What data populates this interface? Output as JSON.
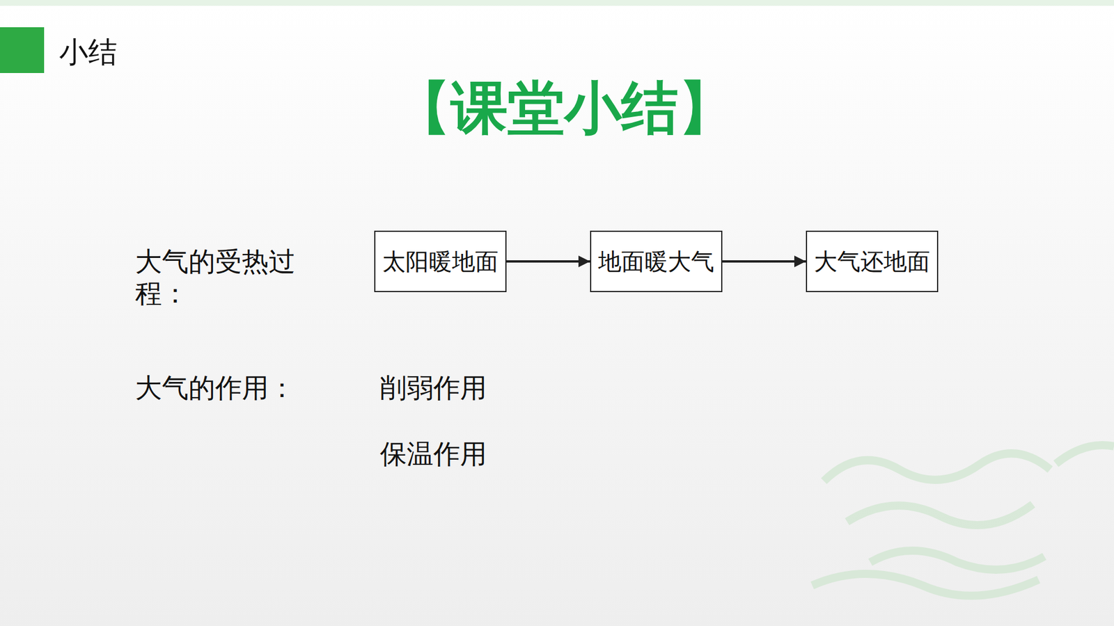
{
  "diagram": {
    "title": "【课堂小结】",
    "nodes": [
      {
        "text": [
          "太阳暖地面"
        ]
      },
      {
        "text": [
          "地面暖大气"
        ]
      },
      {
        "text": [
          "大气还地面"
        ]
      }
    ],
    "edges": [
      {
        "from": 0,
        "to": 1,
        "arrow": "to"
      },
      {
        "from": 1,
        "to": 2,
        "arrow": "to"
      }
    ],
    "labels": [
      "小结",
      "大气的受热过程：",
      "大气的作用：",
      "削弱作用",
      "保温作用"
    ]
  }
}
